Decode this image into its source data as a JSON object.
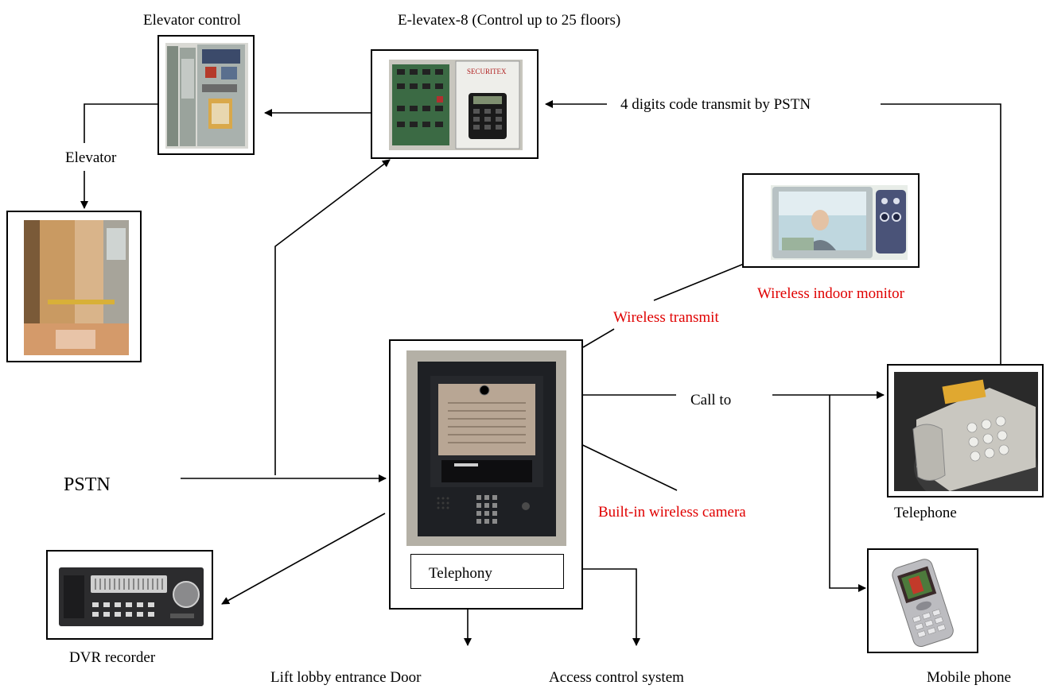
{
  "labels": {
    "elevator_control": "Elevator control",
    "elevatex": "E-levatex-8 (Control up to 25 floors)",
    "pstn_code": "4 digits code transmit by PSTN",
    "elevator": "Elevator",
    "wireless_indoor_monitor": "Wireless indoor monitor",
    "wireless_transmit": "Wireless transmit",
    "call_to": "Call to",
    "pstn": "PSTN",
    "built_in_camera": "Built-in wireless camera",
    "telephone": "Telephone",
    "telephony": "Telephony",
    "dvr_recorder": "DVR recorder",
    "lift_lobby_door": "Lift lobby entrance Door",
    "access_control": "Access control system",
    "mobile_phone": "Mobile phone",
    "device_brand": "SECURITEX"
  },
  "colors": {
    "annotation_red": "#e00000",
    "line": "#000000"
  }
}
